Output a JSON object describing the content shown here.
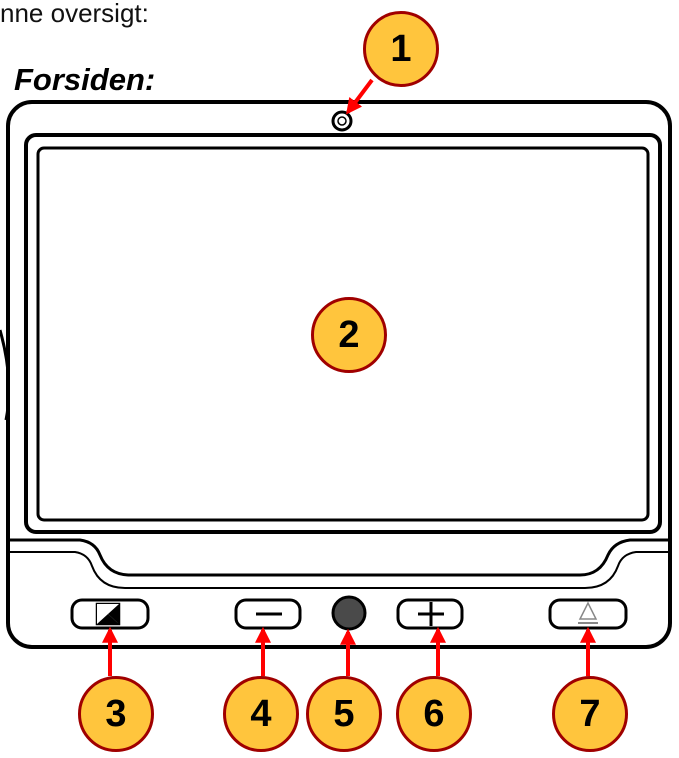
{
  "intro_text": "nne oversigt:",
  "heading": "Forsiden:",
  "callouts": [
    {
      "number": "1",
      "target": "camera"
    },
    {
      "number": "2",
      "target": "screen"
    },
    {
      "number": "3",
      "target": "contrast-button"
    },
    {
      "number": "4",
      "target": "zoom-out-button"
    },
    {
      "number": "5",
      "target": "snapshot-button"
    },
    {
      "number": "6",
      "target": "zoom-in-button"
    },
    {
      "number": "7",
      "target": "eject-button"
    }
  ],
  "colors": {
    "callout_fill": "#ffc53d",
    "callout_border": "#a00000",
    "arrow": "#ff0000",
    "device_outline": "#000000",
    "snapshot_button": "#4a4a4a"
  },
  "icons": [
    "camera-icon",
    "contrast-icon",
    "minus-icon",
    "plus-icon",
    "triangle-icon"
  ]
}
